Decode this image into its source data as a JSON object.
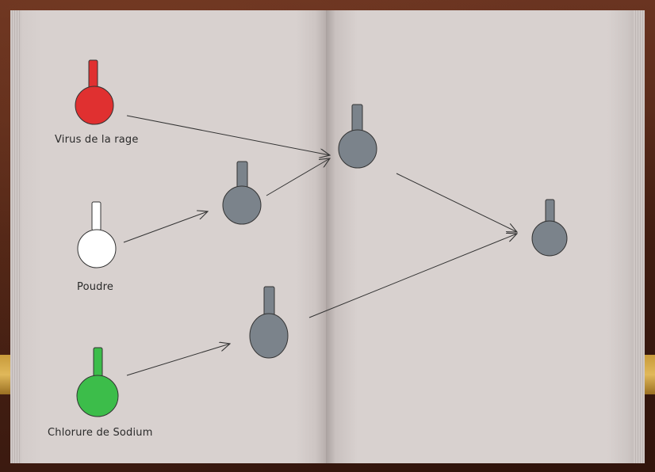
{
  "colors": {
    "rage_flask": "#e03030",
    "powder_flask": "#ffffff",
    "sodium_flask": "#3cbd4a",
    "unknown_flask": "#7b838b",
    "ink": "#333333",
    "page": "#d8d1cf"
  },
  "ingredients": {
    "rage": {
      "label": "Virus de la rage",
      "icon": "flask-icon"
    },
    "powder": {
      "label": "Poudre",
      "icon": "flask-icon"
    },
    "sodium": {
      "label": "Chlorure de Sodium",
      "icon": "flask-icon"
    }
  },
  "results": [
    {
      "id": "mix-powder-rage",
      "icon": "flask-icon",
      "color": "#7b838b"
    },
    {
      "id": "mix-powder-sodium",
      "icon": "flask-icon",
      "color": "#7b838b"
    },
    {
      "id": "mix-rage",
      "icon": "flask-icon",
      "color": "#7b838b"
    },
    {
      "id": "final",
      "icon": "flask-icon",
      "color": "#7b838b"
    }
  ]
}
